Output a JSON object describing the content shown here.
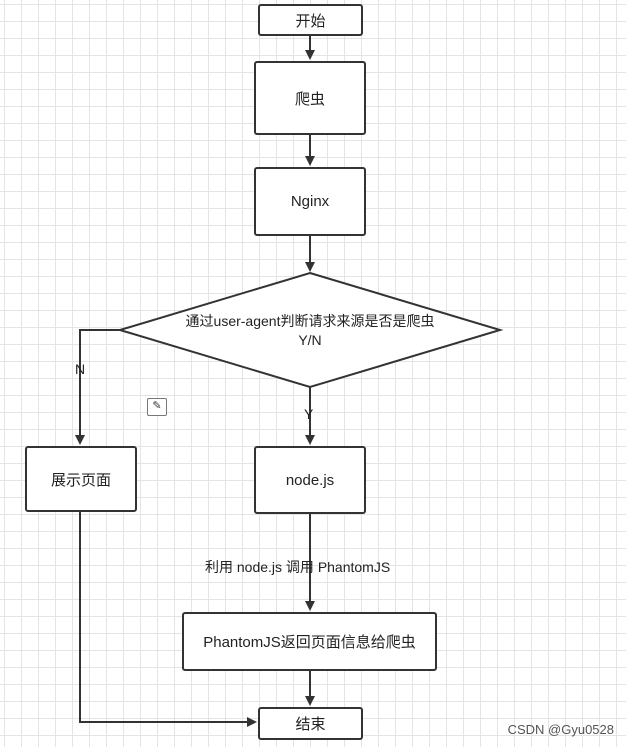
{
  "nodes": {
    "start": "开始",
    "crawler": "爬虫",
    "nginx": "Nginx",
    "decision_line1": "通过user-agent判断请求来源是否是爬虫",
    "decision_line2": "Y/N",
    "render_page": "展示页面",
    "nodejs": "node.js",
    "phantom_return": "PhantomJS返回页面信息给爬虫",
    "end": "结束"
  },
  "edges": {
    "no_label": "N",
    "yes_label": "Y",
    "call_label": "利用 node.js 调用 PhantomJS"
  },
  "watermark": "CSDN @Gyu0528"
}
